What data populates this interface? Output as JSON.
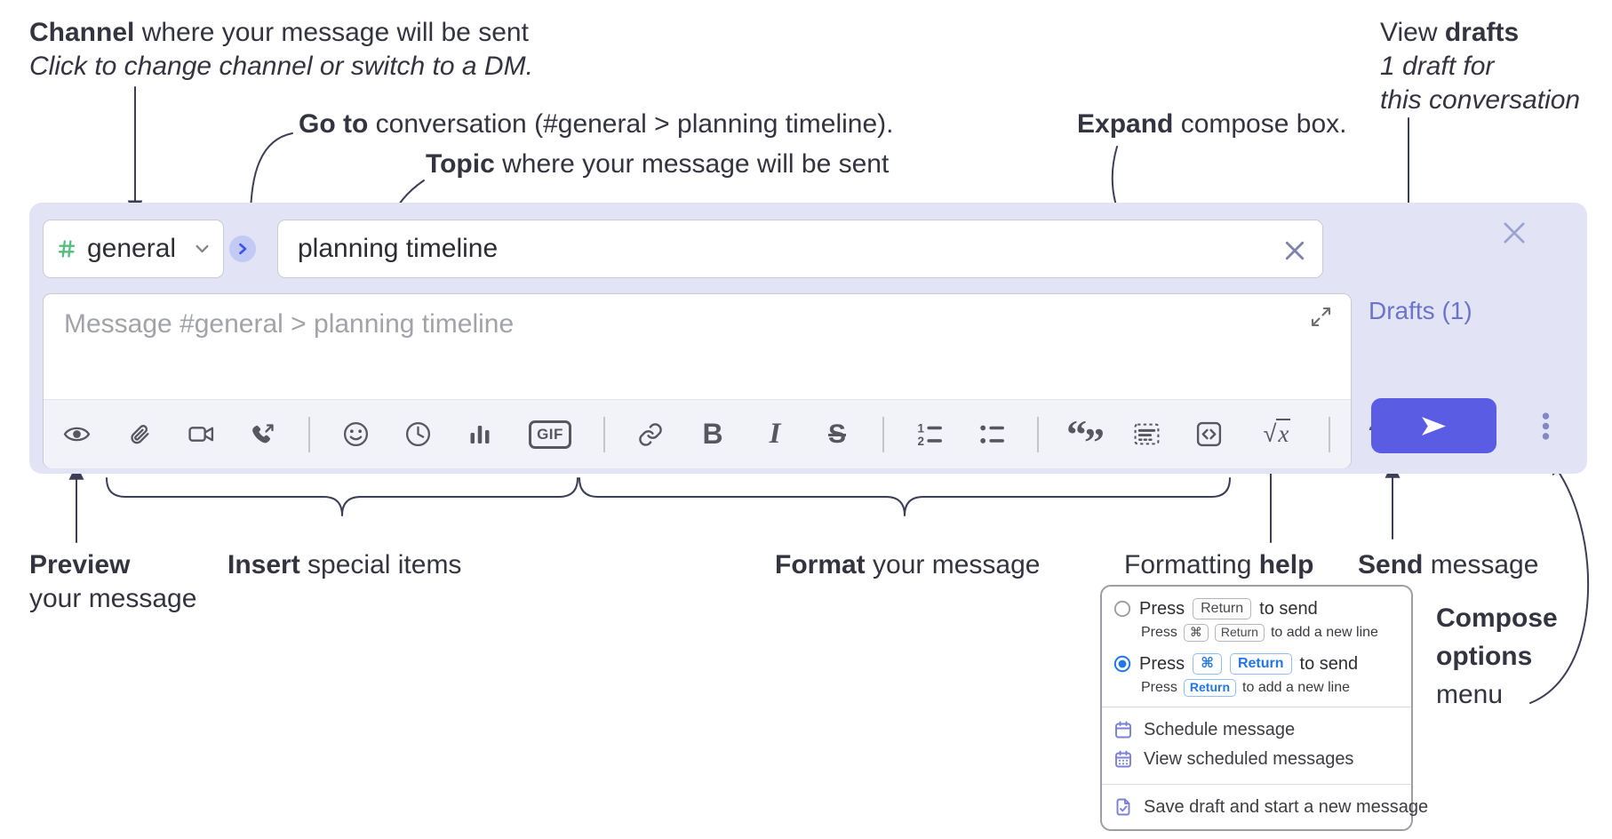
{
  "colors": {
    "compose_bg": "#e2e4f5",
    "send_button": "#5a5ce4",
    "drafts_link": "#6a74c8",
    "annotation_text": "#33343f",
    "channel_hash_green": "#53bd7f",
    "kbd_blue": "#2276e9",
    "menu_icon_purple": "#7b80d6"
  },
  "annotations": {
    "channel_bold": "Channel",
    "channel_rest": " where your message will be sent",
    "channel_line2": "Click to change channel or switch to a DM.",
    "goto_bold": "Go to",
    "goto_rest": " conversation (#general > planning timeline).",
    "topic_bold": "Topic",
    "topic_rest": " where your message will be sent",
    "expand_bold": "Expand",
    "expand_rest": " compose box.",
    "drafts_pre": "View ",
    "drafts_bold": "drafts",
    "drafts_line2": "1 draft for",
    "drafts_line3": "this conversation",
    "preview_bold": "Preview",
    "preview_line2": "your message",
    "insert_bold": "Insert",
    "insert_rest": " special items",
    "format_bold": "Format",
    "format_rest": " your message",
    "help_pre": "Formatting ",
    "help_bold": "help",
    "send_bold": "Send",
    "send_rest": " message",
    "options_line1": "Compose",
    "options_line2": "options",
    "options_line3": "menu"
  },
  "compose": {
    "channel_name": "general",
    "topic_value": "planning timeline",
    "message_placeholder": "Message #general > planning timeline",
    "drafts_label": "Drafts (1)"
  },
  "toolbar": {
    "icons": [
      "preview",
      "attach-file",
      "video-call",
      "voice-call",
      "emoji",
      "time",
      "poll",
      "gif",
      "link",
      "bold",
      "italic",
      "strikethrough",
      "numbered-list",
      "bulleted-list",
      "quote",
      "spoiler",
      "code",
      "math",
      "help"
    ],
    "bold_label": "B",
    "italic_label": "I",
    "strike_label": "S",
    "gif_label": "GIF",
    "quote_open": "“",
    "quote_close": "”",
    "math_root": "√",
    "math_x": "x",
    "help_label": "?",
    "ol_num1": "1",
    "ol_num2": "2"
  },
  "menu": {
    "opt1_press": "Press",
    "opt1_key": "Return",
    "opt1_suffix": "to send",
    "opt1_sub_press": "Press",
    "opt1_sub_key1": "⌘",
    "opt1_sub_key2": "Return",
    "opt1_sub_suffix": "to add a new line",
    "opt2_press": "Press",
    "opt2_key1": "⌘",
    "opt2_key2": "Return",
    "opt2_suffix": "to send",
    "opt2_sub_press": "Press",
    "opt2_sub_key": "Return",
    "opt2_sub_suffix": "to add a new line",
    "item_schedule": "Schedule message",
    "item_view_scheduled": "View scheduled messages",
    "item_save_draft": "Save draft and start a new message"
  }
}
